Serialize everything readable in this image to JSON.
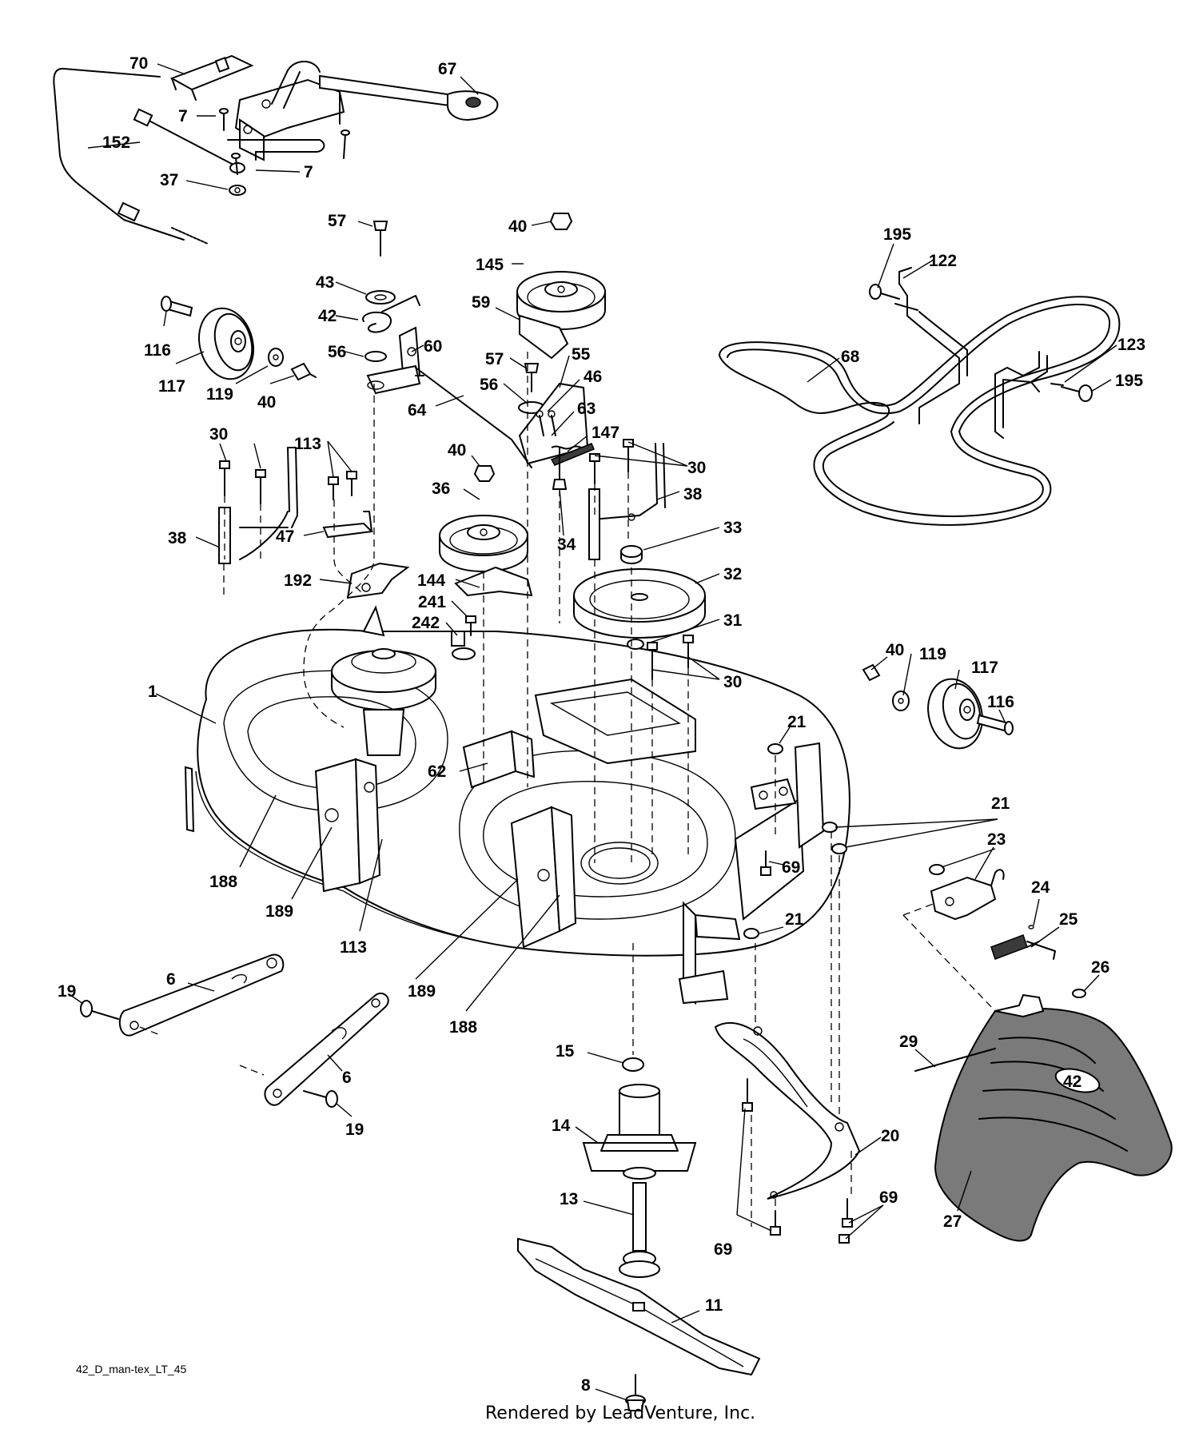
{
  "diagram": {
    "code": "42_D_man-tex_LT_45",
    "footer": "Rendered by LeadVenture, Inc.",
    "deck_badge": "42"
  },
  "callouts": [
    {
      "id": "c70",
      "text": "70"
    },
    {
      "id": "c67",
      "text": "67"
    },
    {
      "id": "c7a",
      "text": "7"
    },
    {
      "id": "c7b",
      "text": "7"
    },
    {
      "id": "c152",
      "text": "152"
    },
    {
      "id": "c37",
      "text": "37"
    },
    {
      "id": "c57a",
      "text": "57"
    },
    {
      "id": "c43",
      "text": "43"
    },
    {
      "id": "c42",
      "text": "42"
    },
    {
      "id": "c56a",
      "text": "56"
    },
    {
      "id": "c60",
      "text": "60"
    },
    {
      "id": "c64",
      "text": "64"
    },
    {
      "id": "c116a",
      "text": "116"
    },
    {
      "id": "c117a",
      "text": "117"
    },
    {
      "id": "c119a",
      "text": "119"
    },
    {
      "id": "c40a",
      "text": "40"
    },
    {
      "id": "c40b",
      "text": "40"
    },
    {
      "id": "c145",
      "text": "145"
    },
    {
      "id": "c59",
      "text": "59"
    },
    {
      "id": "c57b",
      "text": "57"
    },
    {
      "id": "c55",
      "text": "55"
    },
    {
      "id": "c46",
      "text": "46"
    },
    {
      "id": "c56b",
      "text": "56"
    },
    {
      "id": "c63",
      "text": "63"
    },
    {
      "id": "c147",
      "text": "147"
    },
    {
      "id": "c195a",
      "text": "195"
    },
    {
      "id": "c122",
      "text": "122"
    },
    {
      "id": "c123",
      "text": "123"
    },
    {
      "id": "c195b",
      "text": "195"
    },
    {
      "id": "c68",
      "text": "68"
    },
    {
      "id": "c30a",
      "text": "30"
    },
    {
      "id": "c113a",
      "text": "113"
    },
    {
      "id": "c38a",
      "text": "38"
    },
    {
      "id": "c47",
      "text": "47"
    },
    {
      "id": "c192",
      "text": "192"
    },
    {
      "id": "c40c",
      "text": "40"
    },
    {
      "id": "c36",
      "text": "36"
    },
    {
      "id": "c144",
      "text": "144"
    },
    {
      "id": "c241",
      "text": "241"
    },
    {
      "id": "c242",
      "text": "242"
    },
    {
      "id": "c34",
      "text": "34"
    },
    {
      "id": "c30b",
      "text": "30"
    },
    {
      "id": "c38b",
      "text": "38"
    },
    {
      "id": "c33",
      "text": "33"
    },
    {
      "id": "c32",
      "text": "32"
    },
    {
      "id": "c31",
      "text": "31"
    },
    {
      "id": "c30c",
      "text": "30"
    },
    {
      "id": "c40d",
      "text": "40"
    },
    {
      "id": "c119b",
      "text": "119"
    },
    {
      "id": "c117b",
      "text": "117"
    },
    {
      "id": "c116b",
      "text": "116"
    },
    {
      "id": "c1",
      "text": "1"
    },
    {
      "id": "c62",
      "text": "62"
    },
    {
      "id": "c21a",
      "text": "21"
    },
    {
      "id": "c21b",
      "text": "21"
    },
    {
      "id": "c23",
      "text": "23"
    },
    {
      "id": "c69a",
      "text": "69"
    },
    {
      "id": "c21c",
      "text": "21"
    },
    {
      "id": "c24",
      "text": "24"
    },
    {
      "id": "c25",
      "text": "25"
    },
    {
      "id": "c188a",
      "text": "188"
    },
    {
      "id": "c189a",
      "text": "189"
    },
    {
      "id": "c113b",
      "text": "113"
    },
    {
      "id": "c189b",
      "text": "189"
    },
    {
      "id": "c188b",
      "text": "188"
    },
    {
      "id": "c19a",
      "text": "19"
    },
    {
      "id": "c6a",
      "text": "6"
    },
    {
      "id": "c6b",
      "text": "6"
    },
    {
      "id": "c19b",
      "text": "19"
    },
    {
      "id": "c15",
      "text": "15"
    },
    {
      "id": "c14",
      "text": "14"
    },
    {
      "id": "c13",
      "text": "13"
    },
    {
      "id": "c11",
      "text": "11"
    },
    {
      "id": "c8",
      "text": "8"
    },
    {
      "id": "c26",
      "text": "26"
    },
    {
      "id": "c29",
      "text": "29"
    },
    {
      "id": "c20",
      "text": "20"
    },
    {
      "id": "c69b",
      "text": "69"
    },
    {
      "id": "c69c",
      "text": "69"
    },
    {
      "id": "c27",
      "text": "27"
    }
  ]
}
